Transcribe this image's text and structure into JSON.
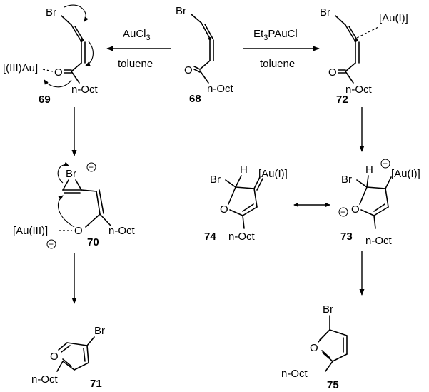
{
  "reactions": {
    "left": {
      "reagent": "AuCl",
      "reagent_sub": "3",
      "solvent": "toluene"
    },
    "right": {
      "reagent_pre": "Et",
      "reagent_sub": "3",
      "reagent_post": "PAuCl",
      "solvent": "toluene"
    }
  },
  "compounds": {
    "c68": {
      "number": "68",
      "br": "Br",
      "o": "O",
      "chain": "n-Oct"
    },
    "c69": {
      "number": "69",
      "br": "Br",
      "o": "O",
      "chain": "n-Oct",
      "metal": "[(III)Au]"
    },
    "c72": {
      "number": "72",
      "br": "Br",
      "o": "O",
      "chain": "n-Oct",
      "metal": "[Au(I)]"
    },
    "c70": {
      "number": "70",
      "br": "Br",
      "o": "O",
      "chain": "n-Oct",
      "metal": "[Au(III)]"
    },
    "c74": {
      "number": "74",
      "br": "Br",
      "h": "H",
      "o": "O",
      "chain": "n-Oct",
      "metal": "[Au(I)]"
    },
    "c73": {
      "number": "73",
      "br": "Br",
      "h": "H",
      "o": "O",
      "chain": "n-Oct",
      "metal": "[Au(I)]"
    },
    "c71": {
      "number": "71",
      "br": "Br",
      "o": "O",
      "chain": "n-Oct"
    },
    "c75": {
      "number": "75",
      "br": "Br",
      "o": "O",
      "chain": "n-Oct"
    }
  },
  "charges": {
    "plus": "+",
    "minus": "−"
  }
}
